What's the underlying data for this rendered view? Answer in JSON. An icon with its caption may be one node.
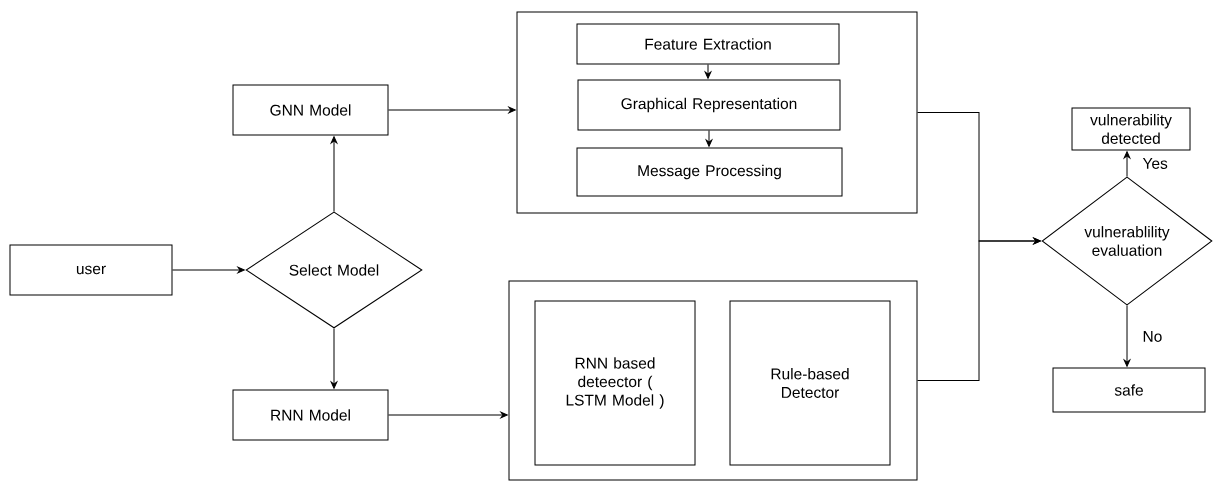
{
  "diagram": {
    "nodes": [
      {
        "text": [
          "user"
        ]
      },
      {
        "text": [
          "Select Model"
        ]
      },
      {
        "text": [
          "GNN Model"
        ]
      },
      {
        "text": [
          "RNN Model"
        ]
      },
      {
        "text": [],
        "shape": "box"
      },
      {
        "text": [
          "Feature Extraction"
        ],
        "in": 4
      },
      {
        "text": [
          "Graphical Representation"
        ],
        "in": 4
      },
      {
        "text": [
          "Message Processing"
        ],
        "in": 4
      },
      {
        "text": [],
        "shape": "box"
      },
      {
        "text": [
          "RNN based deteector ( LSTM Model )"
        ],
        "in": 8
      },
      {
        "text": [
          "Rule-based Detector"
        ],
        "in": 8
      },
      {
        "text": [
          "vulnerablility evaluation"
        ]
      },
      {
        "text": [
          "vulnerability detected"
        ]
      },
      {
        "text": [
          "safe"
        ]
      }
    ],
    "edges": [
      {
        "from": 0,
        "to": 1,
        "arrow": "to"
      },
      {
        "from": 1,
        "to": 2,
        "arrow": "to"
      },
      {
        "from": 1,
        "to": 3,
        "arrow": "to"
      },
      {
        "from": 2,
        "to": 4,
        "arrow": "to"
      },
      {
        "from": 3,
        "to": 8,
        "arrow": "to"
      },
      {
        "from": 5,
        "to": 6,
        "arrow": "to"
      },
      {
        "from": 6,
        "to": 7,
        "arrow": "to"
      },
      {
        "from": 4,
        "to": 11,
        "arrow": "to"
      },
      {
        "from": 8,
        "to": 11,
        "arrow": "to"
      },
      {
        "from": 11,
        "to": 12,
        "label": "Yes",
        "arrow": "to"
      },
      {
        "from": 11,
        "to": 13,
        "label": "No",
        "arrow": "to"
      }
    ]
  }
}
